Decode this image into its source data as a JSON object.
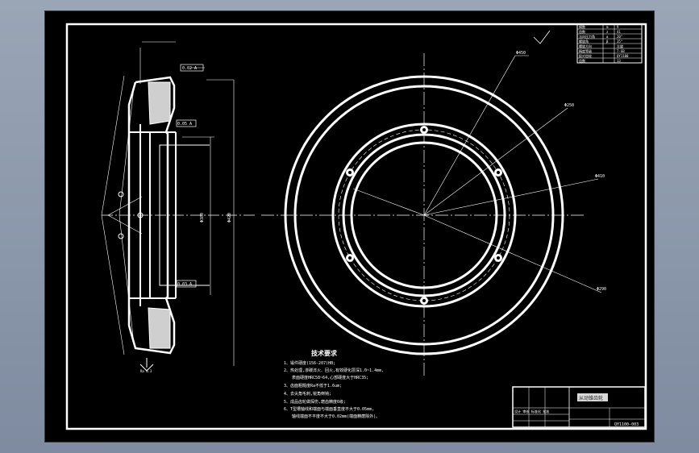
{
  "drawing": {
    "title_block_label": "从动锥齿轮",
    "drawing_number": "QY1100-003",
    "title_block_note": "设计 审核 标准化 批准",
    "requirements_title": "技术要求",
    "requirements": [
      "1、锻件硬度(156-207)HB;",
      "2、热处理,渗碳淬火、回火,有效硬化层深1.0~1.4mm,",
      "表面硬度HRC58~64,心部硬度大于HRC35;",
      "3、齿面粗糙度Ra不低于1.6um;",
      "4、去尖角毛刺,锐角倒钝;",
      "5、成品齿轮做探伤,磨齿精度6级;",
      "6、T型槽轴线和端面与端面垂直度不大于0.05mm,",
      "轴线端面不平度不大于0.02mm(端面精磨除外)。"
    ],
    "param_table": [
      [
        "模数",
        "m",
        "9"
      ],
      [
        "齿数",
        "z",
        "41"
      ],
      [
        "法向压力角",
        "α",
        "20°"
      ],
      [
        "螺旋角",
        "β",
        "35°"
      ],
      [
        "螺旋方向",
        "",
        "左旋"
      ],
      [
        "精度等级",
        "",
        "7-GB"
      ],
      [
        "配对齿轮",
        "",
        "QY1100"
      ],
      [
        "齿数",
        "",
        "13"
      ]
    ],
    "dimension_labels": {
      "top_flatness": "0.02 A",
      "bore_tol": "0.05 A",
      "inner_tol": "0.03 A",
      "dia_a": "Φ380",
      "dia_b": "Φ420",
      "leader_1": "Φ450",
      "leader_2": "Φ250",
      "leader_3": "Φ410",
      "leader_4": "Φ290",
      "finish": "Ra 6.3"
    }
  }
}
